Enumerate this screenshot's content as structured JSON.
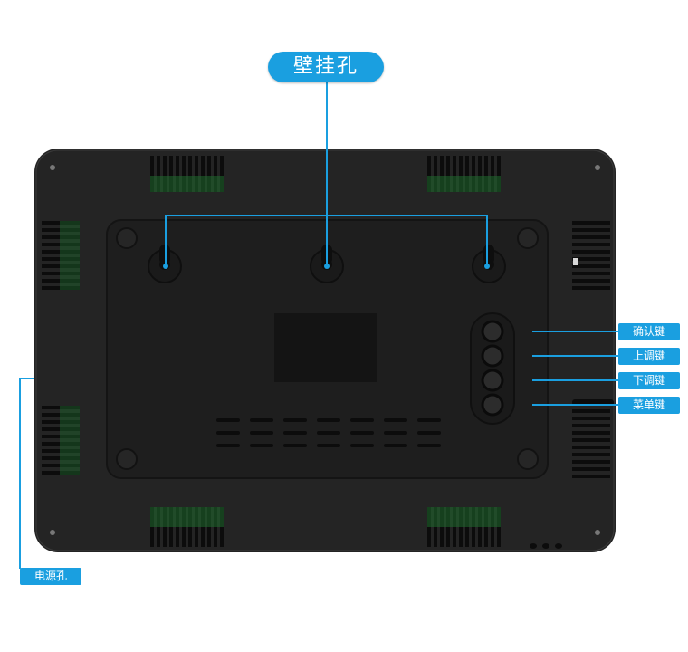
{
  "labels": {
    "wall_hang_hole": "壁挂孔",
    "confirm_key": "确认键",
    "up_key": "上调键",
    "down_key": "下调键",
    "menu_key": "菜单键",
    "power_hole": "电源孔"
  },
  "colors": {
    "accent": "#1a9fe0",
    "body": "#242424",
    "vent_green": "#1f6b2e"
  }
}
